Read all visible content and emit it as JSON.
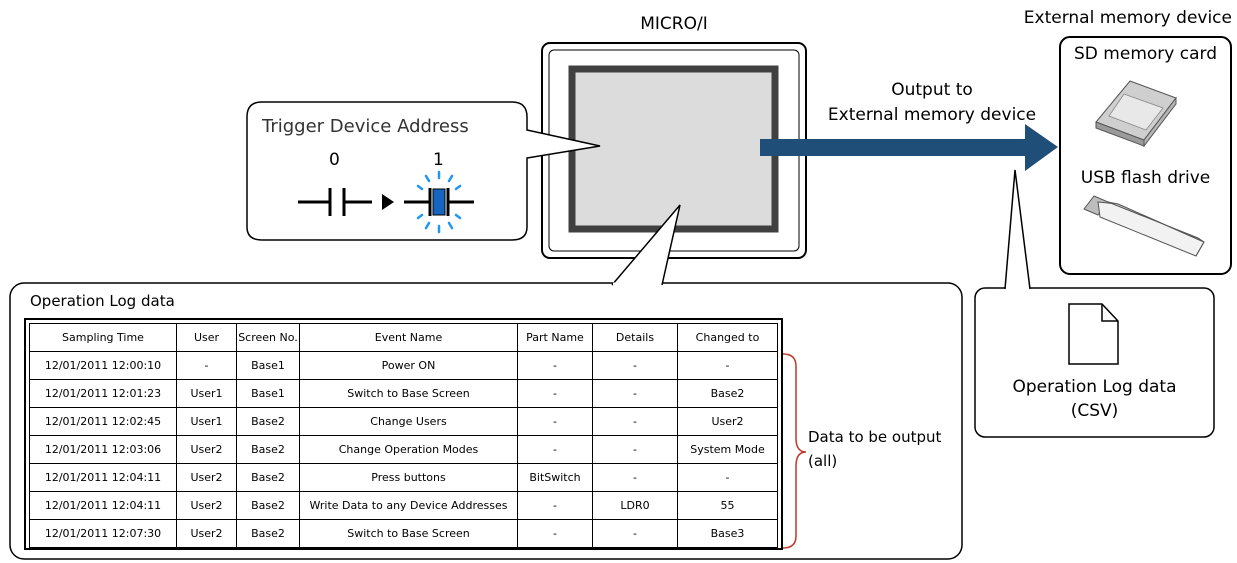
{
  "device": {
    "name": "MICRO/I"
  },
  "external": {
    "title": "External memory device",
    "sd_label": "SD memory card",
    "usb_label": "USB flash drive"
  },
  "output_arrow": {
    "line1": "Output to",
    "line2": "External memory device"
  },
  "trigger": {
    "title": "Trigger Device Address",
    "state_off": "0",
    "state_on": "1"
  },
  "csv": {
    "line1": "Operation Log data",
    "line2": "(CSV)"
  },
  "log_panel": {
    "title": "Operation Log data",
    "brace_line1": "Data to be output",
    "brace_line2": "(all)"
  },
  "table": {
    "headers": [
      "Sampling Time",
      "User",
      "Screen No.",
      "Event Name",
      "Part Name",
      "Details",
      "Changed to"
    ],
    "rows": [
      [
        "12/01/2011 12:00:10",
        "-",
        "Base1",
        "Power ON",
        "-",
        "-",
        "-"
      ],
      [
        "12/01/2011 12:01:23",
        "User1",
        "Base1",
        "Switch to Base Screen",
        "-",
        "-",
        "Base2"
      ],
      [
        "12/01/2011 12:02:45",
        "User1",
        "Base2",
        "Change Users",
        "-",
        "-",
        "User2"
      ],
      [
        "12/01/2011 12:03:06",
        "User2",
        "Base2",
        "Change Operation Modes",
        "-",
        "-",
        "System Mode"
      ],
      [
        "12/01/2011 12:04:11",
        "User2",
        "Base2",
        "Press buttons",
        "BitSwitch",
        "-",
        "-"
      ],
      [
        "12/01/2011 12:04:11",
        "User2",
        "Base2",
        "Write Data to any Device Addresses",
        "-",
        "LDR0",
        "55"
      ],
      [
        "12/01/2011 12:07:30",
        "User2",
        "Base2",
        "Switch to Base Screen",
        "-",
        "-",
        "Base3"
      ]
    ]
  },
  "colors": {
    "arrow": "#1f4e79",
    "brace": "#c0392b",
    "screen": "#dcdcdc",
    "screen_border": "#404040",
    "lamp": "#1565c0"
  }
}
